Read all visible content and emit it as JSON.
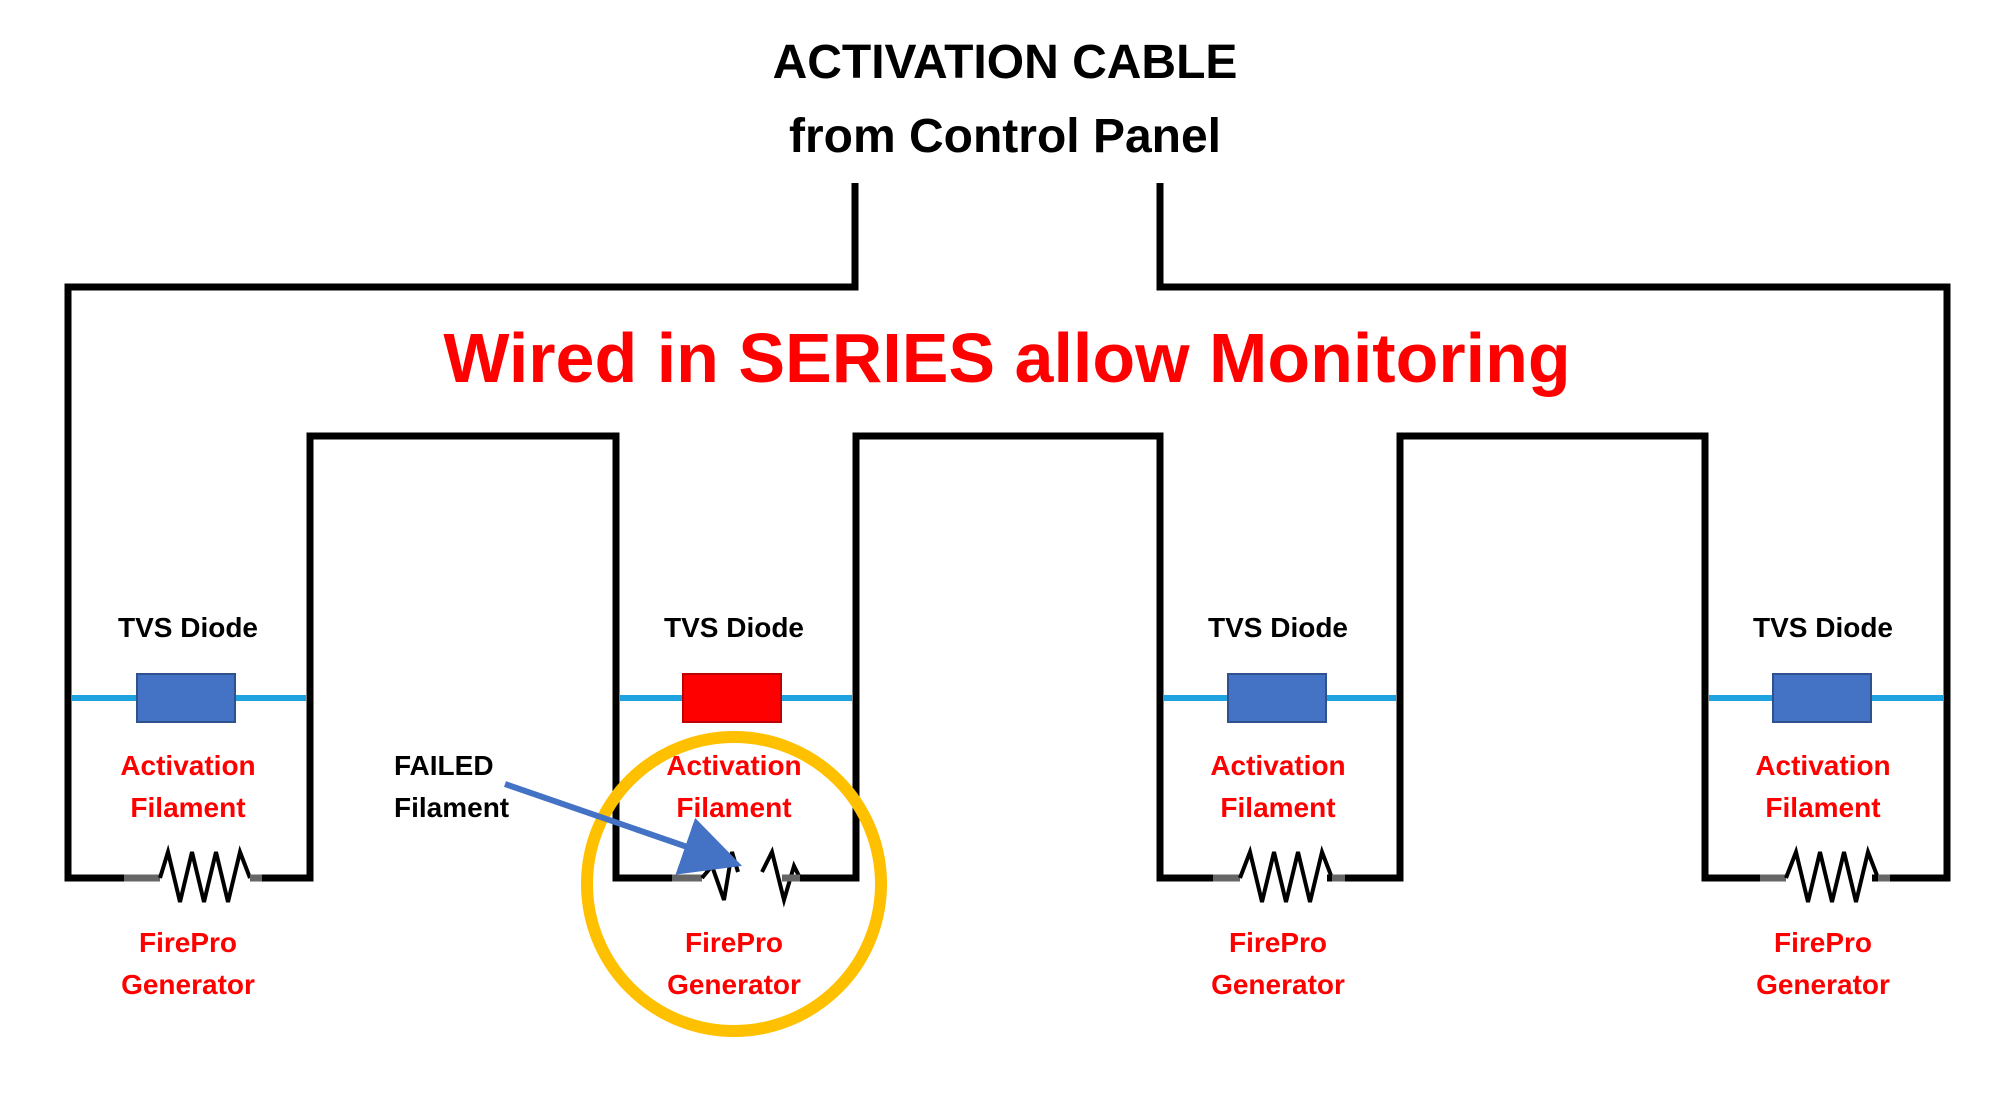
{
  "title": {
    "line1": "ACTIVATION CABLE",
    "line2": "from Control Panel"
  },
  "subtitle": "Wired in SERIES allow Monitoring",
  "units": [
    {
      "diode_label": "TVS Diode",
      "diode_color": "#4472c4",
      "filament_line1": "Activation",
      "filament_line2": "Filament",
      "generator_line1": "FirePro",
      "generator_line2": "Generator",
      "failed": false
    },
    {
      "diode_label": "TVS Diode",
      "diode_color": "#ff0000",
      "filament_line1": "Activation",
      "filament_line2": "Filament",
      "generator_line1": "FirePro",
      "generator_line2": "Generator",
      "failed": true
    },
    {
      "diode_label": "TVS Diode",
      "diode_color": "#4472c4",
      "filament_line1": "Activation",
      "filament_line2": "Filament",
      "generator_line1": "FirePro",
      "generator_line2": "Generator",
      "failed": false
    },
    {
      "diode_label": "TVS Diode",
      "diode_color": "#4472c4",
      "filament_line1": "Activation",
      "filament_line2": "Filament",
      "generator_line1": "FirePro",
      "generator_line2": "Generator",
      "failed": false
    }
  ],
  "failed_callout": {
    "line1": "FAILED",
    "line2": "Filament"
  },
  "colors": {
    "wire": "#000000",
    "diode_lead": "#1fa3e0",
    "highlight_ring": "#ffc000",
    "arrow": "#4472c4",
    "label_red": "#ff0000"
  }
}
